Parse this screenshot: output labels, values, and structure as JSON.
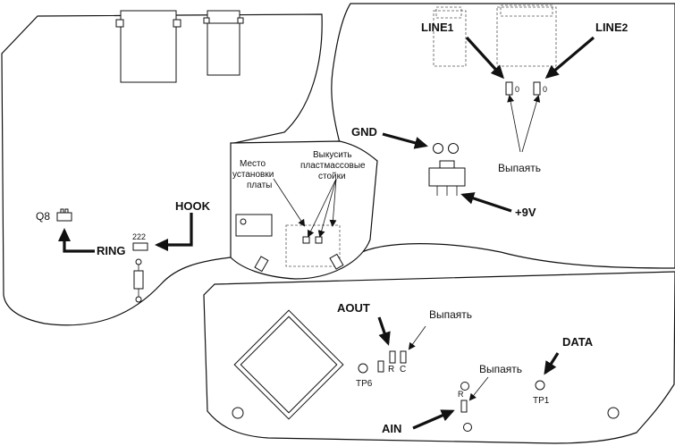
{
  "labels": {
    "line1_text": "LINE",
    "line1_sub": "1",
    "line2_text": "LINE",
    "line2_sub": "2",
    "gnd": "GND",
    "plus9v": "+9V",
    "hook": "HOOK",
    "ring": "RING",
    "q8": "Q8",
    "r222": "222",
    "mount_line1": "Место",
    "mount_line2": "установки",
    "mount_line3": "платы",
    "cut_line1": "Выкусить",
    "cut_line2": "пластмассовые",
    "cut_line3": "стойки",
    "desolder_top": "Выпаять",
    "desolder_aout": "Выпаять",
    "desolder_ain": "Выпаять",
    "aout": "AOUT",
    "ain": "AIN",
    "data": "DATA",
    "tp6": "TP6",
    "tp1": "TP1",
    "r_aout": "R",
    "c_aout": "C",
    "r_ain": "R",
    "zero1": "0",
    "zero2": "0"
  }
}
